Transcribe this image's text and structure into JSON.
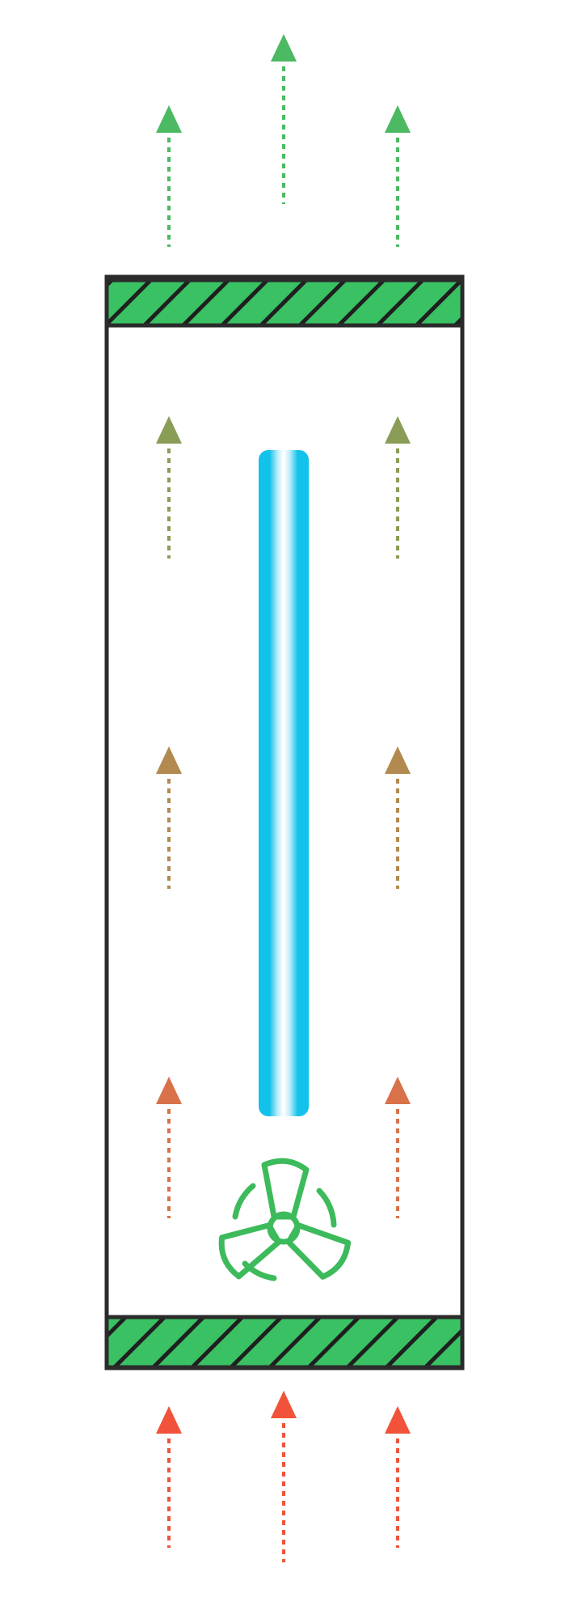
{
  "diagram": {
    "colors": {
      "background": "#ffffff",
      "housing_stroke": "#2b2b2b",
      "filter_fill": "#39c163",
      "filter_hatch": "#1f1f1f",
      "uv_lamp_outer": "#12c2ea",
      "uv_lamp_glow": "#bfeefb",
      "uv_lamp_core": "#ffffff",
      "fan": "#3dbb5c",
      "air_outlet": "#4cba62",
      "air_stage_4": "#8a9d57",
      "air_stage_3": "#b28a4f",
      "air_stage_2": "#d9714a",
      "air_inlet": "#f0533a"
    },
    "icons": {
      "fan": "fan-icon",
      "uv_lamp": "uv-lamp",
      "filter": "hatched-filter",
      "airflow": "dashed-up-arrow"
    }
  }
}
